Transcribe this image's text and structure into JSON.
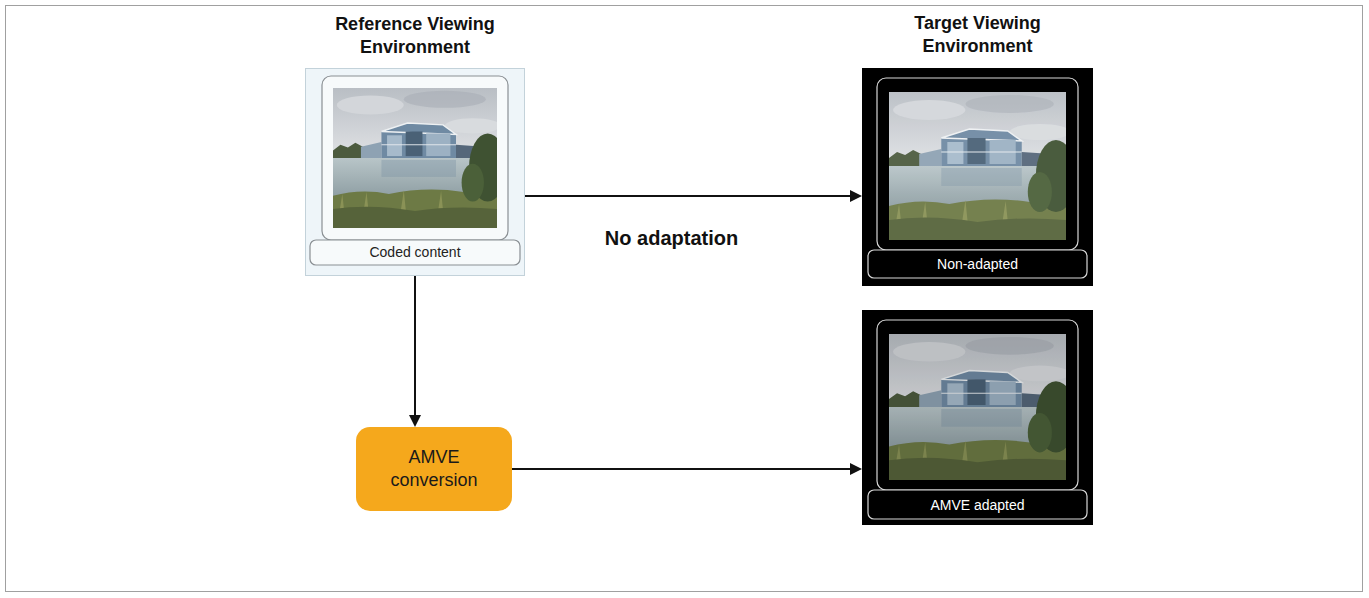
{
  "diagram": {
    "nodes": [
      {
        "text": [
          "Reference Viewing Environment",
          "Coded content"
        ]
      },
      {
        "text": [
          "Target Viewing Environment",
          "Non-adapted"
        ]
      },
      {
        "text": [
          "AMVE conversion"
        ]
      },
      {
        "text": [
          "AMVE adapted"
        ]
      }
    ],
    "edges": [
      {
        "from": 0,
        "to": 1,
        "arrow": "to",
        "label": "No adaptation"
      },
      {
        "from": 0,
        "to": 2,
        "arrow": "to"
      },
      {
        "from": 2,
        "to": 3,
        "arrow": "to"
      }
    ]
  }
}
